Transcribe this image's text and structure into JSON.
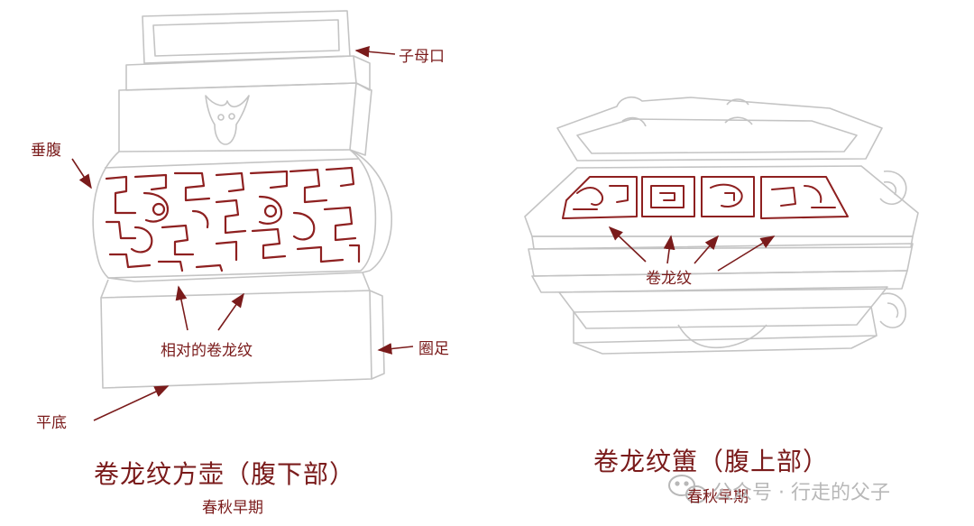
{
  "left_vessel": {
    "title": "卷龙纹方壶（腹下部）",
    "period": "春秋早期",
    "labels": {
      "lid_mouth": "子母口",
      "hanging_belly": "垂腹",
      "motif": "相对的卷龙纹",
      "ring_foot": "圈足",
      "flat_base": "平底"
    }
  },
  "right_vessel": {
    "title": "卷龙纹簠（腹上部）",
    "period": "春秋早期",
    "labels": {
      "motif": "卷龙纹"
    }
  },
  "watermark": {
    "text": "公众号 · 行走的父子",
    "icon": "wechat-icon"
  },
  "colors": {
    "line": "#c9c9c9",
    "accent": "#7a1b1b",
    "text": "#222222"
  }
}
